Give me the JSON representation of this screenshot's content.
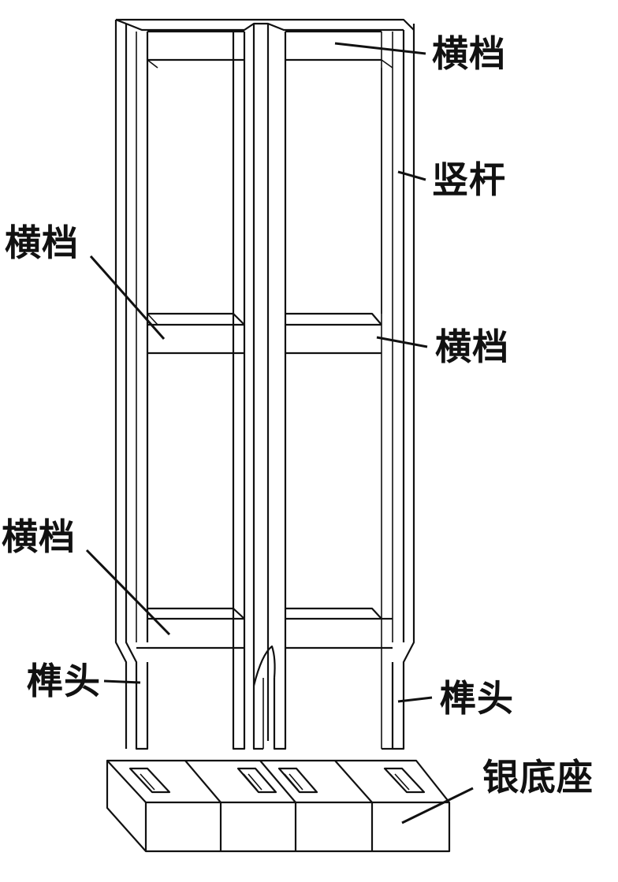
{
  "labels": {
    "top_rail": "横档",
    "stile": "竖杆",
    "mid_rail_left": "横档",
    "mid_rail_right": "横档",
    "bottom_rail_left": "横档",
    "tenon_left": "榫头",
    "tenon_right": "榫头",
    "base": "银底座"
  },
  "colors": {
    "line": "#111111",
    "background": "#ffffff"
  }
}
